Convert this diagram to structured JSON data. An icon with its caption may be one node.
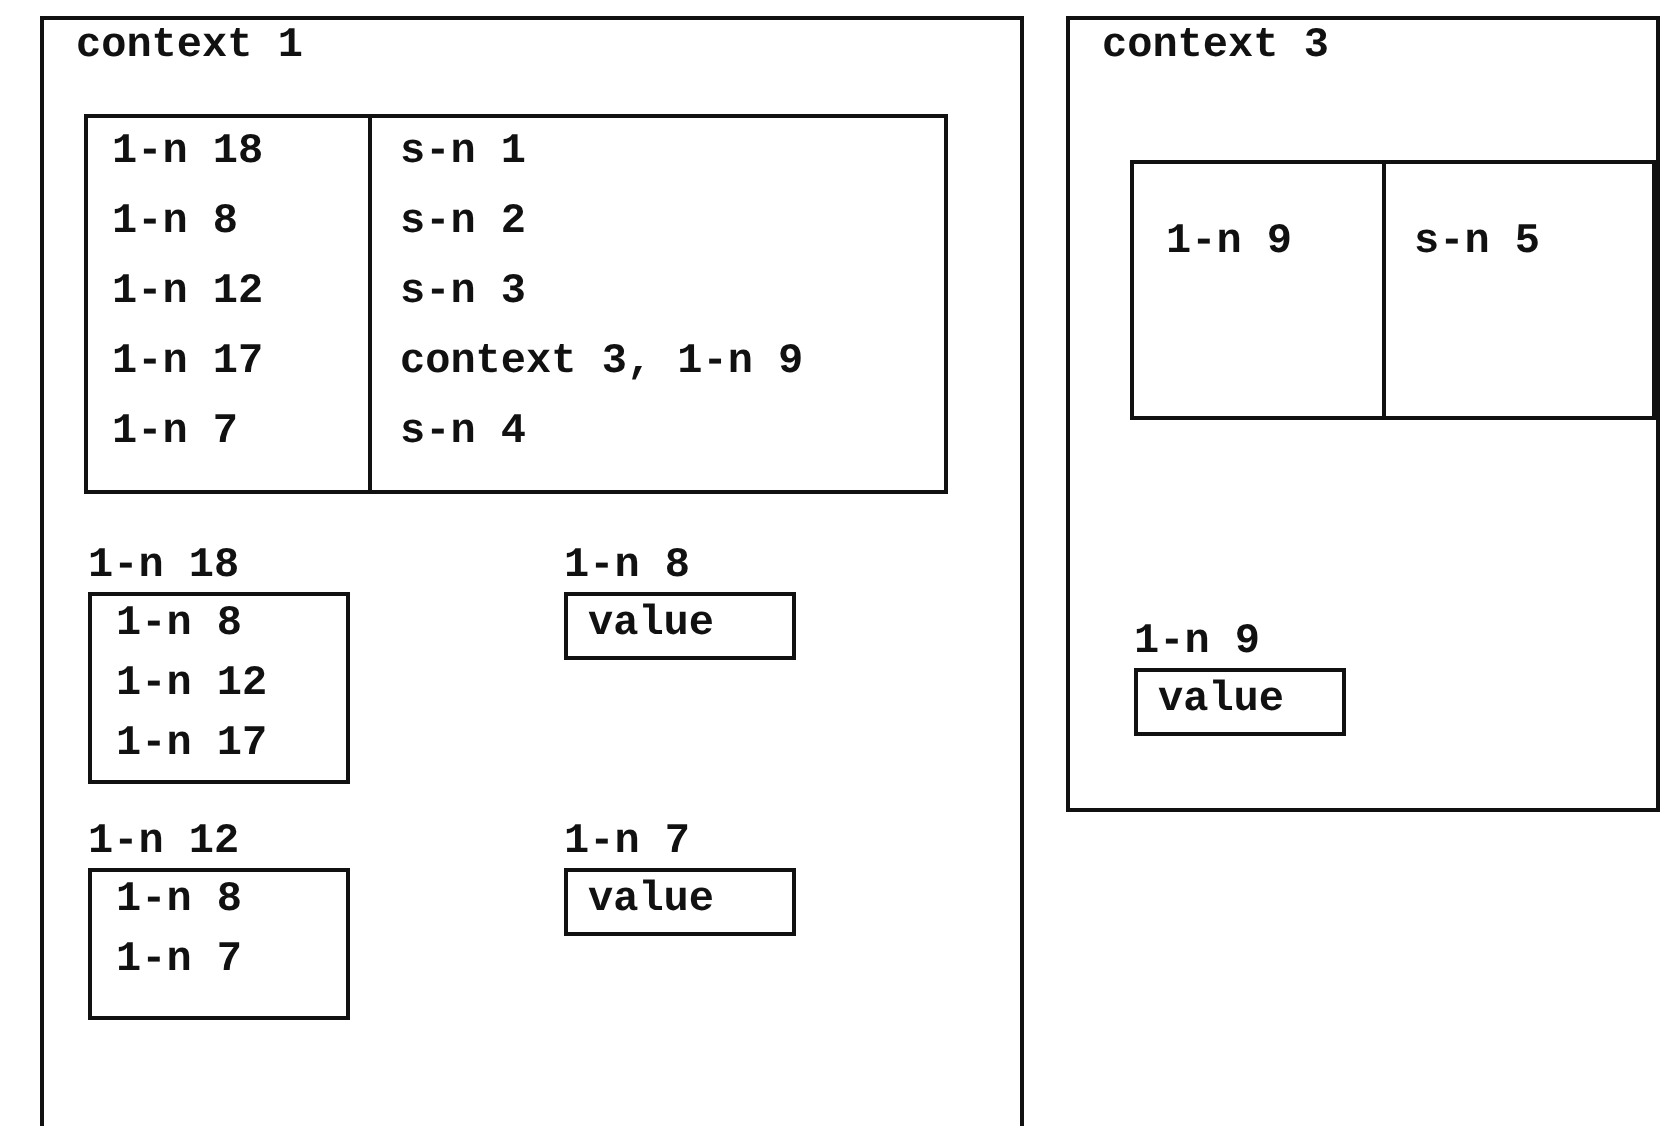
{
  "diagram": {
    "nodes": [
      {
        "text": [
          "context 1"
        ]
      },
      {
        "text": [
          "1-n 18",
          "s-n 1",
          "1-n 8",
          "s-n 2",
          "1-n 12",
          "s-n 3",
          "1-n 17",
          "context 3, 1-n 9",
          "1-n 7",
          "s-n 4"
        ],
        "in": 0
      },
      {
        "text": [
          "1-n 18",
          "1-n 8",
          "1-n 12",
          "1-n 17"
        ],
        "in": 0
      },
      {
        "text": [
          "1-n 8",
          "value"
        ],
        "in": 0
      },
      {
        "text": [
          "1-n 12",
          "1-n 8",
          "1-n 7"
        ],
        "in": 0
      },
      {
        "text": [
          "1-n 7",
          "value"
        ],
        "in": 0
      },
      {
        "text": [
          "context 3"
        ]
      },
      {
        "text": [
          "1-n 9",
          "s-n 5"
        ],
        "in": 6
      },
      {
        "text": [
          "1-n 9",
          "value"
        ],
        "in": 6
      }
    ]
  }
}
